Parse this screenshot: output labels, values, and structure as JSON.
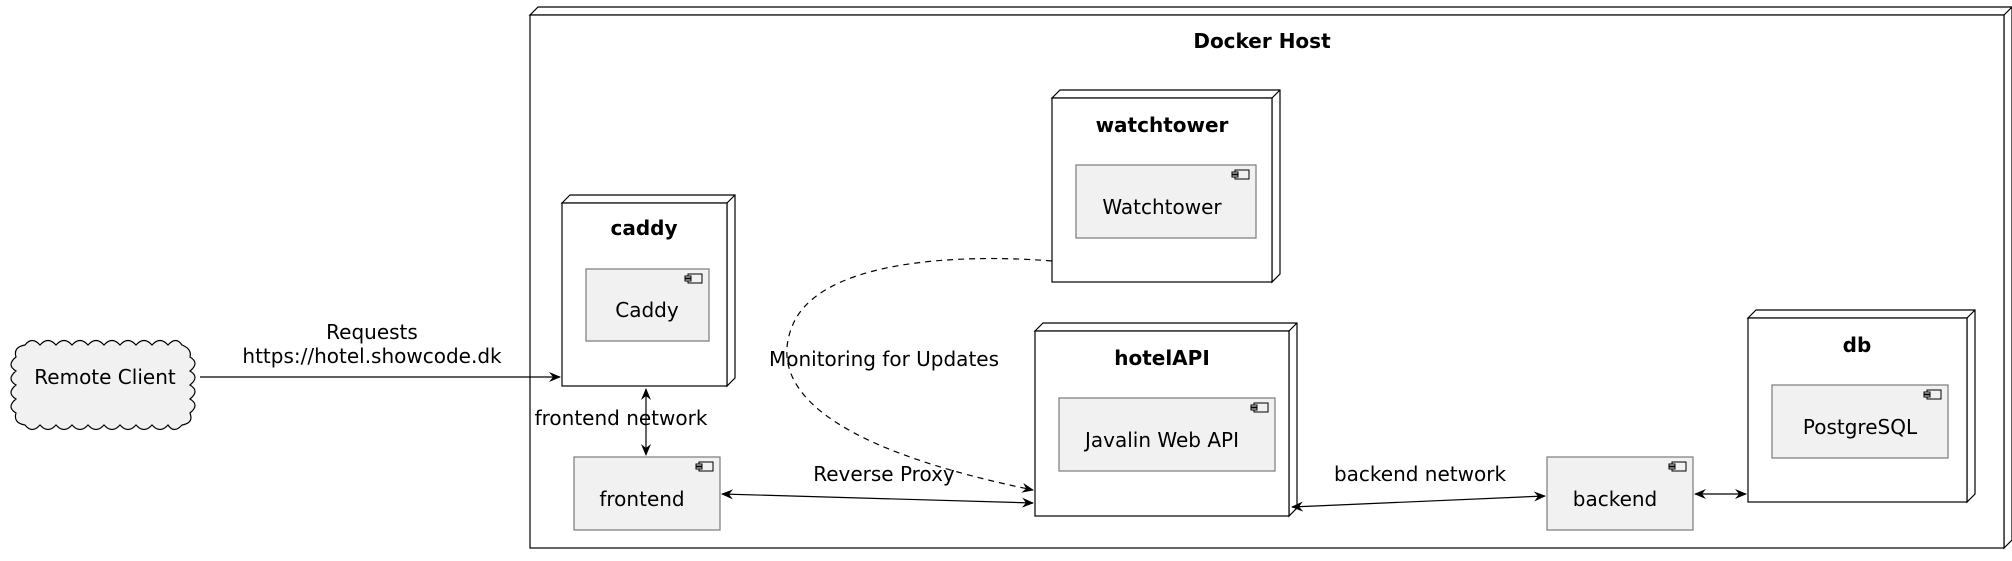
{
  "diagram": {
    "cloud": {
      "label": "Remote Client"
    },
    "host": {
      "title": "Docker Host"
    },
    "nodes": {
      "caddy": {
        "title": "caddy",
        "component": "Caddy"
      },
      "watchtower": {
        "title": "watchtower",
        "component": "Watchtower"
      },
      "hotelapi": {
        "title": "hotelAPI",
        "component": "Javalin Web API"
      },
      "db": {
        "title": "db",
        "component": "PostgreSQL"
      }
    },
    "components": {
      "frontend": "frontend",
      "backend": "backend"
    },
    "edges": {
      "requests_line1": "Requests",
      "requests_line2": "https://hotel.showcode.dk",
      "frontend_network": "frontend network",
      "reverse_proxy": "Reverse Proxy",
      "monitoring": "Monitoring for Updates",
      "backend_network": "backend network"
    }
  }
}
